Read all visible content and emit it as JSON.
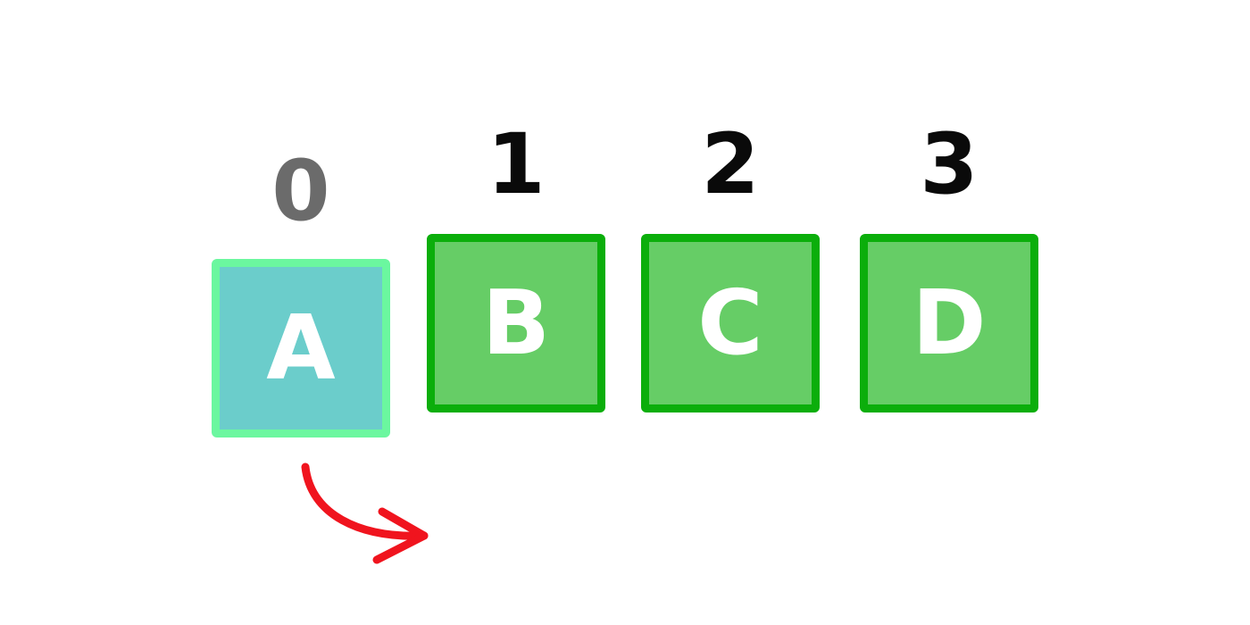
{
  "current": {
    "index": "0",
    "letter": "A"
  },
  "items": [
    {
      "index": "1",
      "letter": "B"
    },
    {
      "index": "2",
      "letter": "C"
    },
    {
      "index": "3",
      "letter": "D"
    }
  ],
  "colors": {
    "current_fill": "#6bcdcb",
    "current_border": "#6bf79f",
    "item_fill": "#66cd66",
    "item_border": "#0bae0b",
    "current_index": "#6b6b6b",
    "item_index": "#0a0a0a",
    "letter": "#ffffff",
    "arrow": "#f0141e"
  }
}
